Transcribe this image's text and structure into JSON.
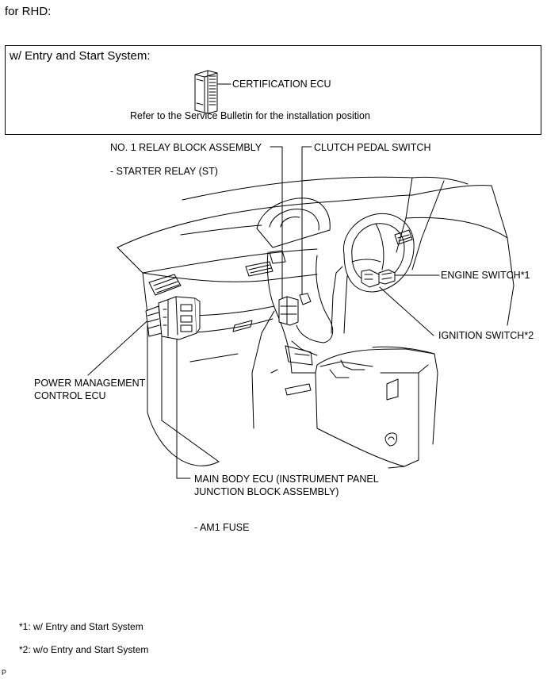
{
  "heading": "for RHD:",
  "entry_box": {
    "title": "w/ Entry and Start System:",
    "ecu_label": "CERTIFICATION ECU",
    "note": "Refer to the Service Bulletin for the installation position"
  },
  "labels": {
    "relay_block": "NO. 1 RELAY BLOCK ASSEMBLY",
    "starter_relay": "- STARTER RELAY (ST)",
    "clutch_switch": "CLUTCH PEDAL SWITCH",
    "engine_switch": "ENGINE SWITCH*1",
    "ignition_switch": "IGNITION SWITCH*2",
    "power_mgmt_line1": "POWER MANAGEMENT",
    "power_mgmt_line2": "CONTROL ECU",
    "main_body_line1": "MAIN BODY ECU (INSTRUMENT PANEL",
    "main_body_line2": "JUNCTION BLOCK ASSEMBLY)",
    "am1_fuse": "- AM1 FUSE"
  },
  "footnotes": {
    "note1": "*1: w/ Entry and Start System",
    "note2": "*2: w/o Entry and Start System"
  },
  "corner_mark": "P"
}
